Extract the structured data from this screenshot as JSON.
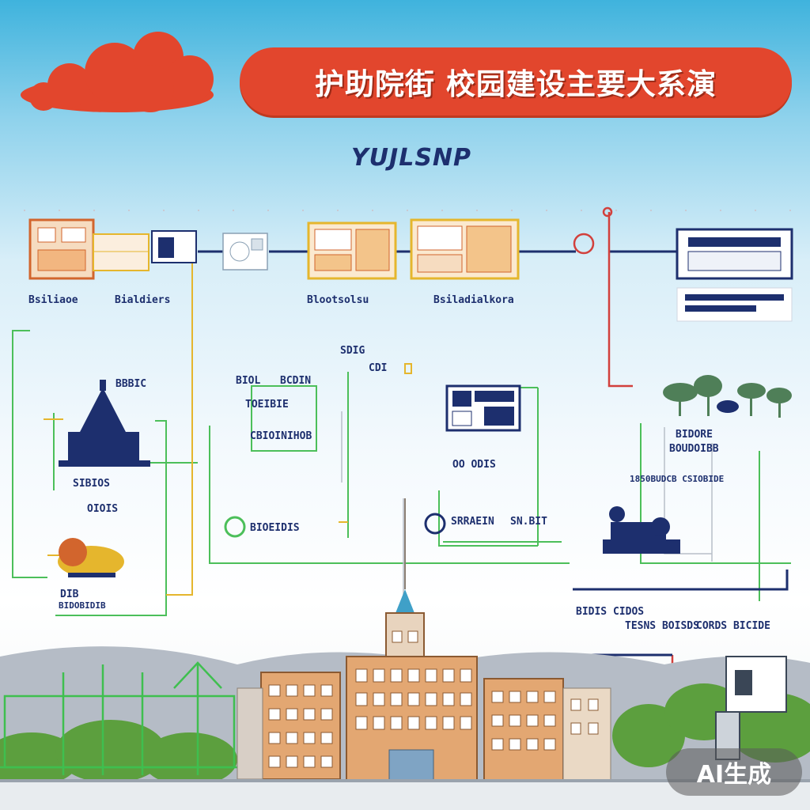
{
  "banner": {
    "title": "护助院街 校园建设主要大系演"
  },
  "subtitle": "YUJLSNP",
  "colors": {
    "banner": "#e2462d",
    "cloud": "#e2462d",
    "navy": "#1d2f6e",
    "green_line": "#3fbf4f",
    "red_line": "#d2403c",
    "building": "#e3a772"
  },
  "labels": {
    "top_1": "Bsiliaoe",
    "top_2": "Bialdiers",
    "top_3": "Blootsolsu",
    "top_4": "Bsiladialkora",
    "mid_1": "SDIG",
    "mid_2": "CDI",
    "mid_3": "BIOL",
    "mid_4": "BCDIN",
    "mid_5": "TOEIBIE",
    "mid_6": "CBIOINIHOB",
    "mid_7": "OO ODIS",
    "mid_8": "BIOEIDIS",
    "mid_9": "SRRAEIN",
    "mid_10": "SN.BIT",
    "right_1": "BIDORE",
    "right_2": "BOUDOIBB",
    "right_3": "1850BUDCB CSIOBIDE",
    "left_1": "BBBIC",
    "left_2": "SIBIOS",
    "left_3": "OIOIS",
    "left_4": "DIB",
    "left_5": "BIDOBIDIB",
    "bottom_1": "BIDIS CIDOS",
    "bottom_2": "TESNS BOISDS",
    "bottom_3": "CORDS BICIDE"
  },
  "watermark": "AI生成"
}
